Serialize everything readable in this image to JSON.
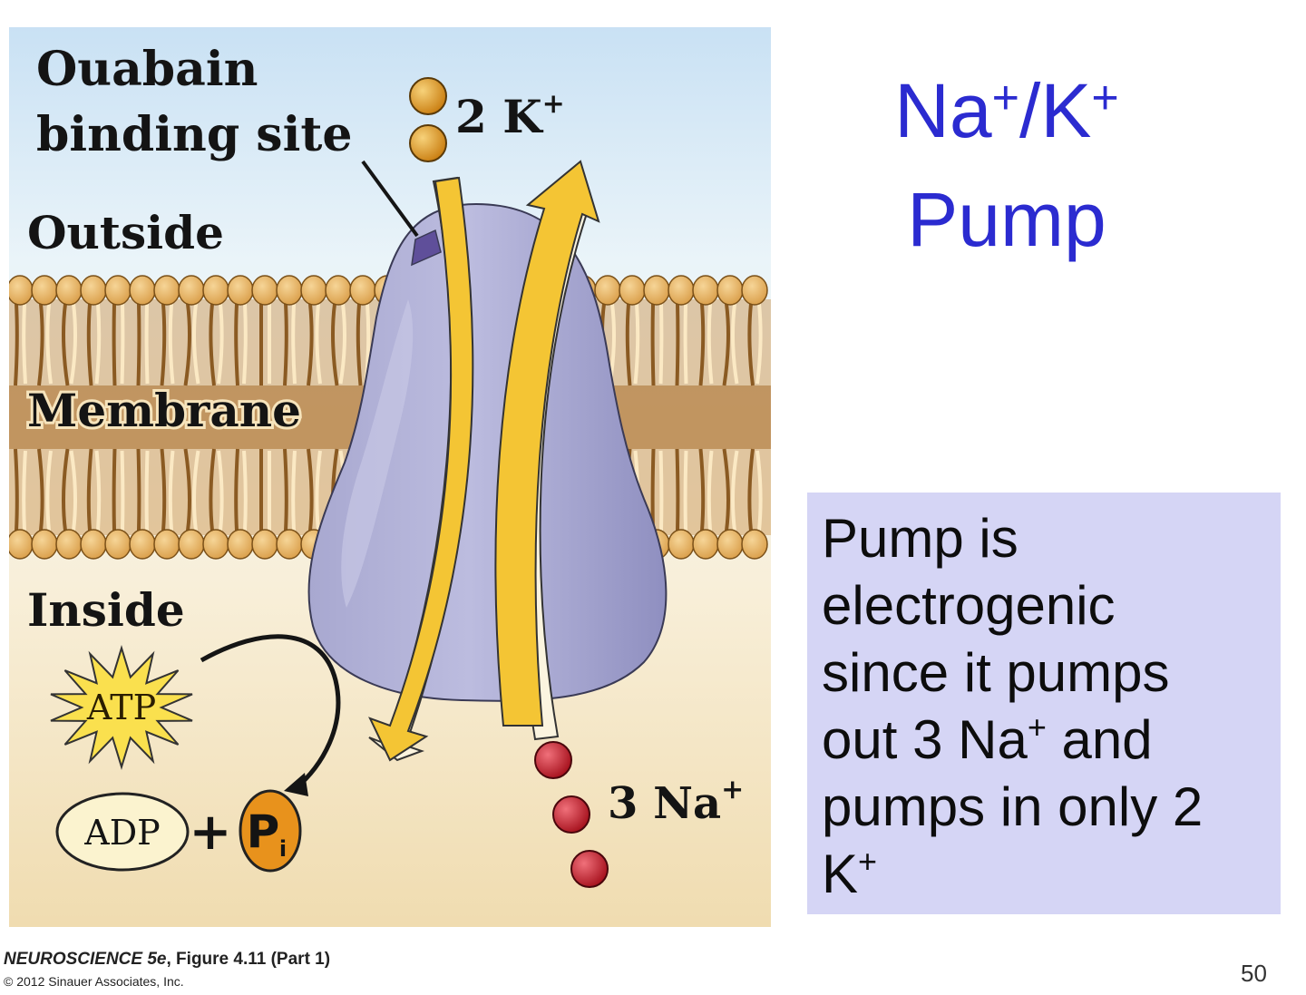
{
  "figure": {
    "labels": {
      "ouabain_line1": "Ouabain",
      "ouabain_line2": "binding site",
      "outside": "Outside",
      "membrane": "Membrane",
      "inside": "Inside",
      "atp": "ATP",
      "adp": "ADP",
      "plus": "+",
      "pi_letter": "P",
      "pi_subscript": "i",
      "k_ions": "2 K",
      "k_charge": "+",
      "na_ions": "3 Na",
      "na_charge": "+"
    },
    "colors": {
      "outside_top": "#c9e1f4",
      "inside_bottom": "#f0dcb0",
      "lipid_head": "#ebbb6a",
      "lipid_tail": "#c9904a",
      "membrane_core": "#a86d2c",
      "protein": "#9f9fc8",
      "protein_light": "#b9b9dc",
      "ouabain_site": "#5f4f9a",
      "arrow_yellow": "#f4c534",
      "arrow_cream": "#fbf4df",
      "potassium_ion": "#e29a1c",
      "sodium_ion": "#c81e2c",
      "atp_star": "#fae04e",
      "adp_oval": "#fbf3cf",
      "pi_circle": "#e8921c"
    }
  },
  "slide": {
    "title_line1_na": "Na",
    "title_line1_plus1": "+",
    "title_line1_slash_k": "/K",
    "title_line1_plus2": "+",
    "title_line2": "Pump",
    "title_color": "#2b2bd0",
    "note": {
      "line1": "Pump is",
      "line2": "electrogenic",
      "line3": "since it pumps",
      "line4_start": "out 3 Na",
      "line4_charge": "+",
      "line4_end": " and",
      "line5": "pumps in only 2",
      "line6_k": "K",
      "line6_charge": "+",
      "background": "#d5d5f5"
    }
  },
  "footer": {
    "credit_book": "NEUROSCIENCE 5e",
    "credit_figure": ", Figure 4.11 (Part 1)",
    "copyright": "© 2012 Sinauer Associates, Inc.",
    "page_number": "50"
  }
}
